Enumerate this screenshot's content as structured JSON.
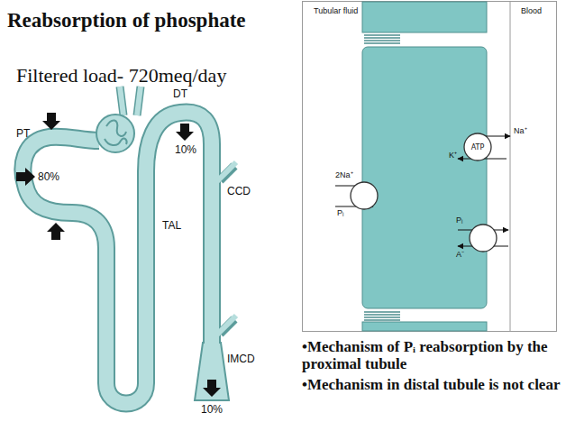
{
  "diagram": {
    "title": "Reabsorption of phosphate",
    "nodes": [
      {
        "text": [
          "ATP"
        ]
      }
    ],
    "labels": [
      "Filtered load- 720meq/day",
      "PT",
      "DT",
      "80%",
      "10%",
      "CCD",
      "TAL",
      "IMCD",
      "10%",
      "Tubular fluid",
      "Blood",
      "Na⁺",
      "K⁺",
      "2Na⁺",
      "Pᵢ",
      "Pᵢ",
      "A⁻",
      "•Mechanism of Pᵢ reabsorption by the proximal tubule",
      "•Mechanism in distal tubule is not clear"
    ]
  }
}
